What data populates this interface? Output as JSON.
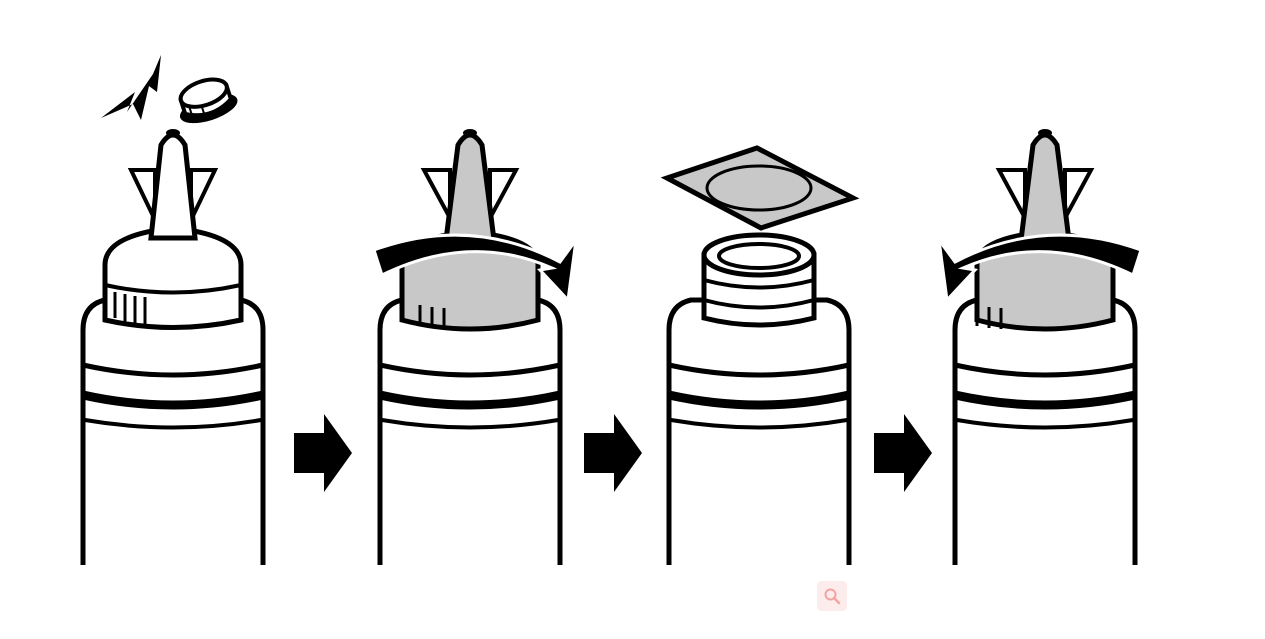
{
  "diagram": {
    "steps": [
      {
        "index": 1,
        "action": "remove-nozzle-cap"
      },
      {
        "index": 2,
        "action": "unscrew-nozzle-top"
      },
      {
        "index": 3,
        "action": "remove-seal"
      },
      {
        "index": 4,
        "action": "screw-nozzle-top-back"
      }
    ],
    "colors": {
      "stroke": "#000000",
      "fill_light": "#ffffff",
      "fill_gray": "#c8c8c8"
    }
  },
  "controls": {
    "zoom_icon": "zoom-icon",
    "zoom_color": "#f4a3a3"
  }
}
